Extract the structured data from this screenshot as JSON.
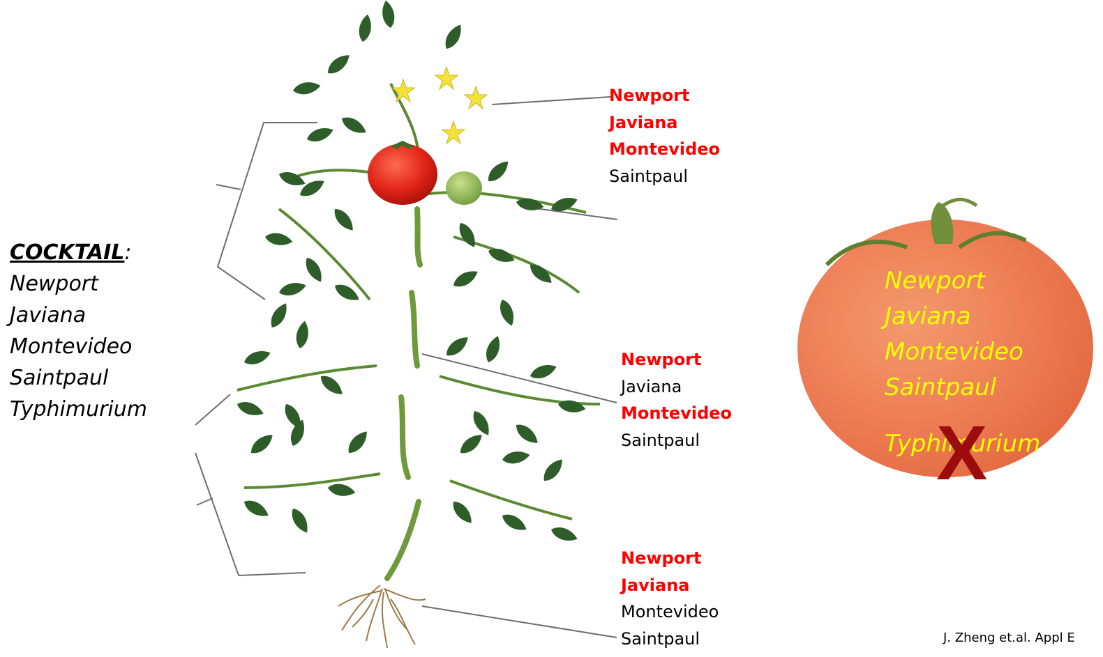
{
  "cocktail": {
    "header": "COCKTAIL",
    "colon": ":",
    "strains": [
      "Newport",
      "Javiana",
      "Montevideo",
      "Saintpaul",
      "Typhimurium"
    ]
  },
  "labels": {
    "flowers": [
      {
        "text": "Newport",
        "emphasis": true
      },
      {
        "text": "Javiana",
        "emphasis": true
      },
      {
        "text": "Montevideo",
        "emphasis": true
      },
      {
        "text": "Saintpaul",
        "emphasis": false
      }
    ],
    "leaves": [
      {
        "text": "Newport",
        "emphasis": true
      },
      {
        "text": "Javiana",
        "emphasis": false
      },
      {
        "text": "Montevideo",
        "emphasis": true
      },
      {
        "text": "Saintpaul",
        "emphasis": false
      }
    ],
    "roots": [
      {
        "text": "Newport",
        "emphasis": true
      },
      {
        "text": "Javiana",
        "emphasis": true
      },
      {
        "text": "Montevideo",
        "emphasis": false
      },
      {
        "text": "Saintpaul",
        "emphasis": false
      }
    ]
  },
  "fruit": {
    "strains": [
      "Newport",
      "Javiana",
      "Montevideo",
      "Saintpaul"
    ],
    "excluded": "Typhimurium",
    "mark": "X"
  },
  "citation": "J. Zheng et.al. Appl E",
  "colors": {
    "emphasis": "#ff0000",
    "fruit_text": "#ffff00",
    "x_mark": "#9b0c0c",
    "leaf": "#2f5d2a",
    "tomato_red": "#e0281c",
    "tomato_green": "#8fbf5a",
    "flower": "#f4e23a",
    "callout_line": "#6d6d6d"
  }
}
